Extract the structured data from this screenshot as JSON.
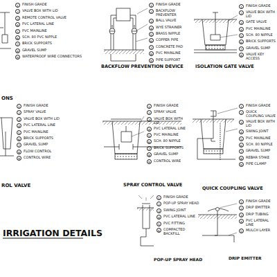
{
  "diagram": {
    "title": "IRRIGATION DETAILS",
    "labels": [
      "ONS",
      "BACKFLOW PREVENTION DEVICE",
      "ISOLATION GATE VALVE",
      "ROL VALVE",
      "SPRAY CONTROL VALVE",
      "QUICK COUPLING VALVE",
      "POP-UP SPRAY HEAD",
      "DRIP EMITTER",
      "1",
      "FINISH GRADE",
      "2",
      "VALVE BOX WITH LID",
      "3",
      "REMOTE CONTROL VALVE",
      "4",
      "PVC LATERAL LINE",
      "5",
      "PVC MAINLINE",
      "6",
      "SCH. 80 PVC NIPPLE",
      "7",
      "BRICK SUPPORTS",
      "8",
      "GRAVEL SUMP",
      "9",
      "WATERPROOF WIRE CONNECTORS",
      "1",
      "FINISH GRADE",
      "2",
      "BACKFLOW PREVENTER",
      "3",
      "BALL VALVE",
      "4",
      "WYE STRAINER",
      "5",
      "BRASS NIPPLE",
      "6",
      "COPPER PIPE",
      "7",
      "CONCRETE PAD",
      "8",
      "PVC MAINLINE",
      "9",
      "PIPE SUPPORT",
      "1",
      "FINISH GRADE",
      "2",
      "VALVE BOX WITH LID",
      "3",
      "GATE VALVE",
      "4",
      "PVC MAINLINE",
      "5",
      "SCH. 80 NIPPLE",
      "6",
      "BRICK SUPPORTS",
      "7",
      "GRAVEL SUMP",
      "8",
      "VALVE KEY ACCESS",
      "1",
      "FINISH GRADE",
      "2",
      "SPRAY VALVE",
      "3",
      "VALVE BOX WITH LID",
      "4",
      "PVC LATERAL LINE",
      "5",
      "PVC MAINLINE",
      "6",
      "BRICK SUPPORTS",
      "7",
      "GRAVEL SUMP",
      "8",
      "FLOW CONTROL",
      "9",
      "CONTROL WIRE",
      "1",
      "FINISH GRADE",
      "2",
      "SPRAY VALVE",
      "3",
      "VALVE BOX WITH LID",
      "4",
      "PVC LATERAL LINE",
      "5",
      "PVC MAINLINE",
      "6",
      "SCH. 80 NIPPLE",
      "7",
      "BRICK SUPPORTS",
      "8",
      "GRAVEL SUMP",
      "9",
      "CONTROL WIRE",
      "1",
      "FINISH GRADE",
      "2",
      "QUICK COUPLING VALVE",
      "3",
      "VALVE BOX WITH LID",
      "4",
      "SWING JOINT",
      "5",
      "PVC MAINLINE",
      "6",
      "SCH. 80 NIPPLE",
      "7",
      "GRAVEL SUMP",
      "8",
      "REBAR STAKE",
      "9",
      "PIPE CLAMP",
      "1",
      "FINISH GRADE",
      "2",
      "POP-UP SPRAY HEAD",
      "3",
      "SWING JOINT",
      "4",
      "PVC LATERAL LINE",
      "5",
      "PVC FITTING",
      "6",
      "COMPACTED BACKFILL",
      "1",
      "FINISH GRADE",
      "2",
      "DRIP EMITTER",
      "3",
      "DRIP TUBING",
      "4",
      "PVC LATERAL LINE",
      "5",
      "MULCH LAYER"
    ]
  }
}
